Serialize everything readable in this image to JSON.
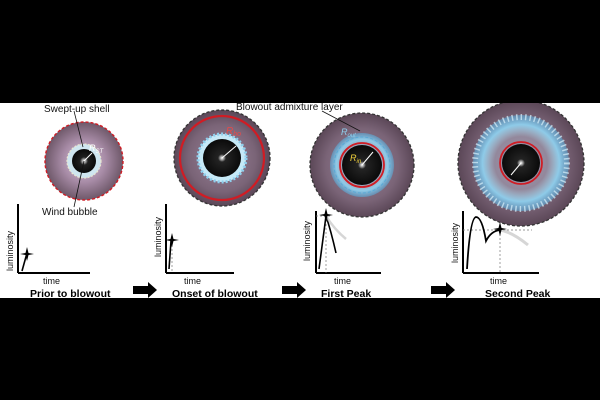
{
  "annotations": {
    "swept_up_shell": "Swept-up shell",
    "wind_bubble": "Wind bubble",
    "blowout_admixture_layer": "Blowout admixture layer",
    "r_st_base": "R",
    "r_st_sub": "ST",
    "r_bo_base": "R",
    "r_bo_sub": "bo",
    "r_out_base": "R",
    "r_out_sub": "out",
    "r_in_base": "R",
    "r_in_sub": "in"
  },
  "axes": {
    "ylabel": "luminosity",
    "xlabel": "time"
  },
  "stages": [
    {
      "label": "Prior to blowout"
    },
    {
      "label": "Onset of blowout"
    },
    {
      "label": "First Peak"
    },
    {
      "label": "Second Peak"
    }
  ],
  "colors": {
    "background": "#000000",
    "panel": "#ffffff",
    "outer_boundary": "#222222",
    "shell_red": "#d01c24",
    "admixture_blue": "#8fd0ee",
    "bubble_core": "#111111"
  },
  "icons": {
    "stage_arrow": "arrow-right-icon",
    "star_marker": "four-point-star-icon"
  }
}
